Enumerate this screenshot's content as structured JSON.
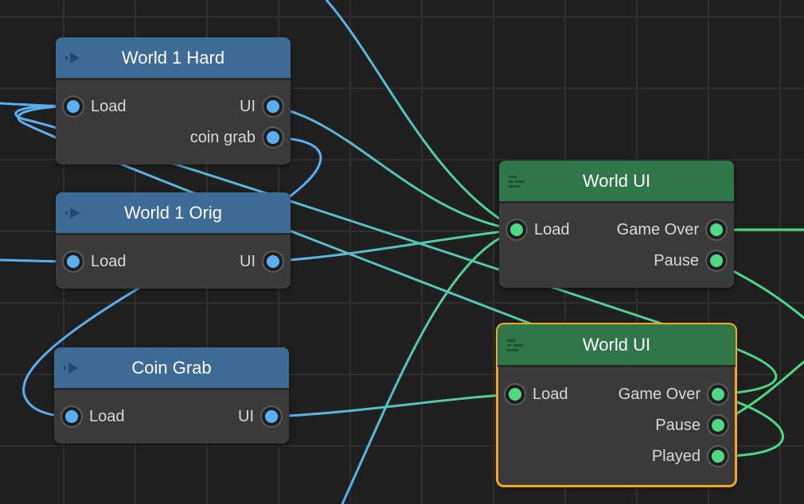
{
  "colors": {
    "canvas": "#1f1f1f",
    "grid": "#2e2e2e",
    "node_body": "#3a3a3a",
    "header_blue": "#3d6b96",
    "header_green": "#2f7748",
    "selected_outline": "#f5a623",
    "wire_blue": "#5aaef2",
    "wire_green": "#4fd884"
  },
  "nodes": {
    "world1hard": {
      "title": "World 1 Hard",
      "icon": "scene-arrow-icon",
      "in_load": "Load",
      "out_ui": "UI",
      "out_coin": "coin grab"
    },
    "world1orig": {
      "title": "World 1 Orig",
      "icon": "scene-arrow-icon",
      "in_load": "Load",
      "out_ui": "UI"
    },
    "coingrab": {
      "title": "Coin Grab",
      "icon": "scene-arrow-icon",
      "in_load": "Load",
      "out_ui": "UI"
    },
    "worldui1": {
      "title": "World UI",
      "icon": "ui-layout-icon",
      "in_load": "Load",
      "out_gameover": "Game Over",
      "out_pause": "Pause"
    },
    "worldui2": {
      "title": "World UI",
      "icon": "ui-layout-icon",
      "selected": true,
      "in_load": "Load",
      "out_gameover": "Game Over",
      "out_pause": "Pause",
      "out_played": "Played"
    }
  }
}
